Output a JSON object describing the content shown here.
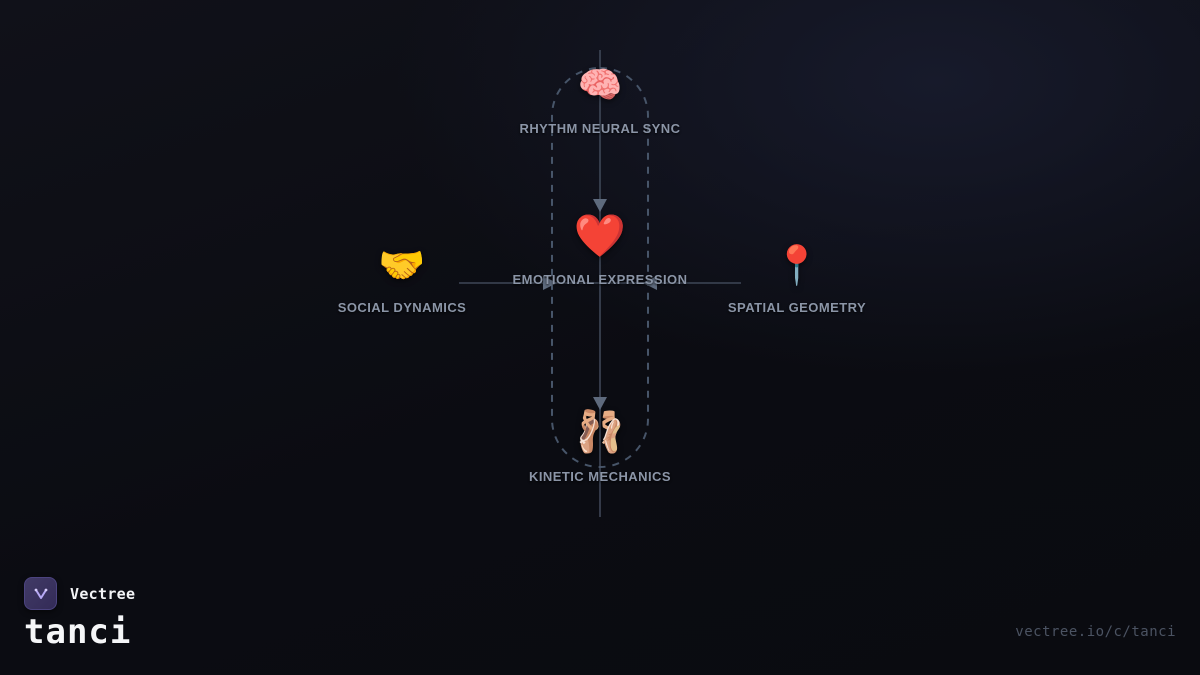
{
  "diagram": {
    "nodes": [
      {
        "id": "rhythm-neural-sync",
        "icon": "🧠",
        "icon_name": "brain-icon",
        "label": "RHYTHM NEURAL SYNC"
      },
      {
        "id": "emotional-expression",
        "icon": "❤️",
        "icon_name": "heart-icon",
        "label": "EMOTIONAL EXPRESSION"
      },
      {
        "id": "social-dynamics",
        "icon": "🤝",
        "icon_name": "handshake-icon",
        "label": "SOCIAL DYNAMICS"
      },
      {
        "id": "spatial-geometry",
        "icon": "📍",
        "icon_name": "pushpin-icon",
        "label": "SPATIAL GEOMETRY"
      },
      {
        "id": "kinetic-mechanics",
        "icon": "🩰",
        "icon_name": "ballet-shoes-icon",
        "label": "KINETIC MECHANICS"
      }
    ]
  },
  "footer": {
    "brand": "Vectree",
    "title": "tanci",
    "url": "vectree.io/c/tanci"
  },
  "colors": {
    "background": "#0b0c12",
    "axis_line": "#3e4757",
    "arrow": "#5e6a7d",
    "dashed_capsule": "#475569",
    "label_text": "#8b95a7",
    "brand_badge": "#3a3263"
  }
}
